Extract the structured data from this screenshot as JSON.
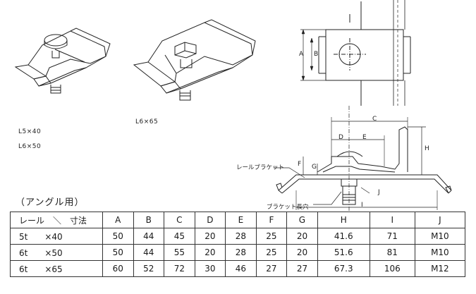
{
  "models": {
    "left_sizes": [
      "L5×40",
      "L6×50"
    ],
    "middle_size": "L6×65"
  },
  "callouts": {
    "rail_bracket": "レールブラケット",
    "bracket_slot": "ブラケット長穴"
  },
  "dims_plan": [
    "A",
    "B"
  ],
  "dims_section": [
    "C",
    "D",
    "E",
    "F",
    "G",
    "H",
    "I",
    "J"
  ],
  "section_title": "（アングル用）",
  "table": {
    "header": [
      "レール　＼　寸法",
      "A",
      "B",
      "C",
      "D",
      "E",
      "F",
      "G",
      "H",
      "I",
      "J"
    ],
    "rows": [
      [
        "5t　　×40",
        "50",
        "44",
        "45",
        "20",
        "28",
        "25",
        "20",
        "41.6",
        "71",
        "M10"
      ],
      [
        "6t　　×50",
        "50",
        "44",
        "55",
        "20",
        "28",
        "25",
        "20",
        "51.6",
        "81",
        "M10"
      ],
      [
        "6t　　×65",
        "60",
        "52",
        "72",
        "30",
        "46",
        "27",
        "27",
        "67.3",
        "106",
        "M12"
      ]
    ]
  }
}
